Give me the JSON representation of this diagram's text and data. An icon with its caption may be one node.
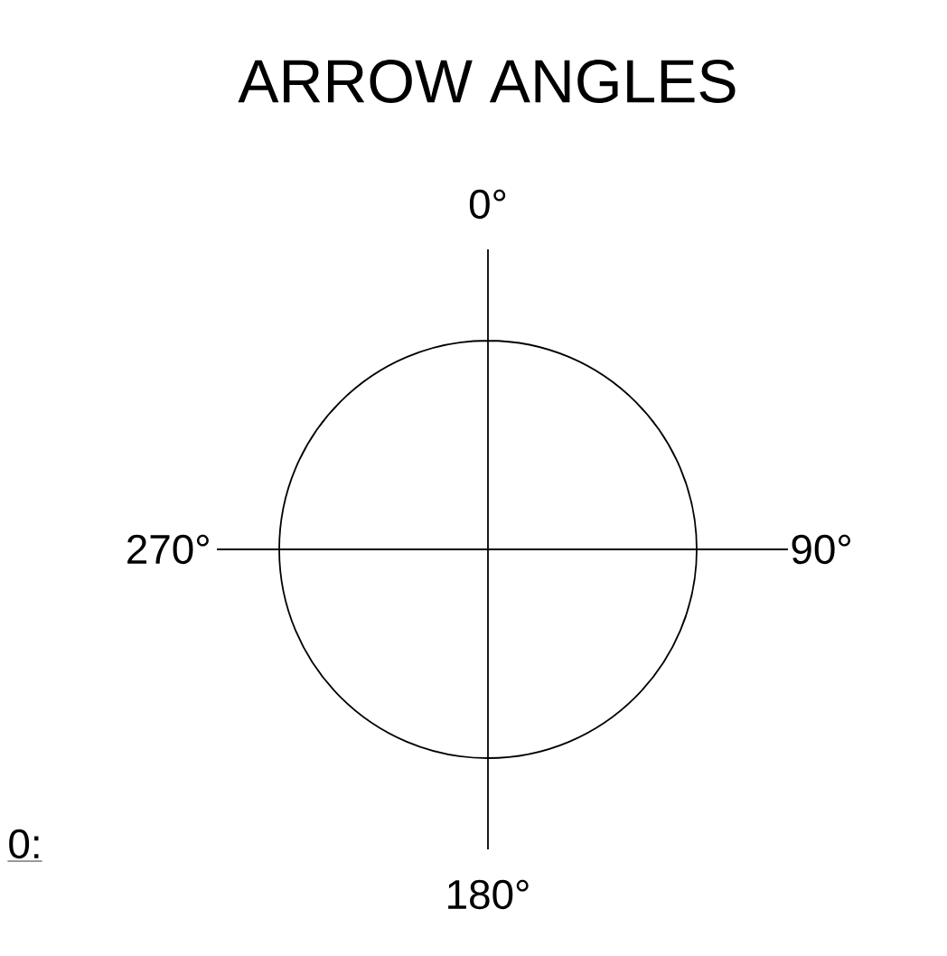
{
  "diagram": {
    "title": "ARROW ANGLES",
    "labels": [
      "0°",
      "270°",
      "90°",
      "0:",
      "180°"
    ]
  }
}
